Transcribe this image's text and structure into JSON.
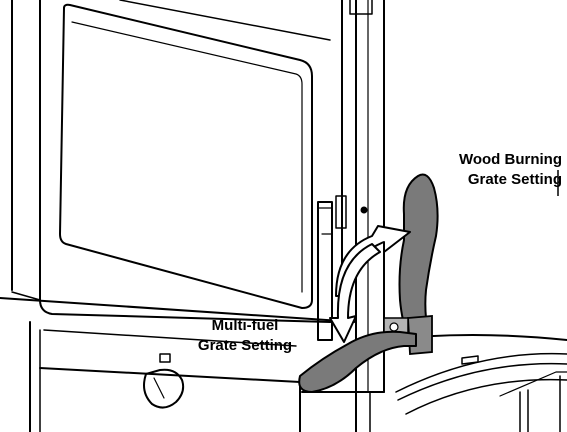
{
  "labels": {
    "wood_burning": {
      "line1": "Wood Burning",
      "line2": "Grate Setting"
    },
    "multi_fuel": {
      "line1": "Multi-fuel",
      "line2": "Grate Setting"
    }
  },
  "colors": {
    "line": "#000000",
    "lever_fill": "#7a7a7a",
    "arrow_fill": "#ffffff",
    "background": "#ffffff"
  },
  "icons": {
    "arrow_to_wood": "curved-arrow-icon",
    "arrow_to_multifuel": "curved-arrow-icon"
  }
}
